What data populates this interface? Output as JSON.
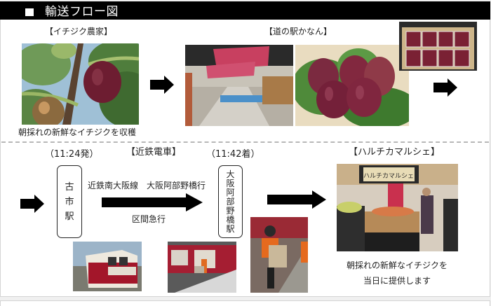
{
  "header": {
    "title": "輸送フロー図",
    "bullet_icon": "white-square-icon"
  },
  "section1": {
    "farm": {
      "heading": "【イチジク農家】",
      "caption": "朝採れの新鮮なイチジクを収穫"
    },
    "roadside_station": {
      "heading": "【道の駅かなん】"
    }
  },
  "section2": {
    "train": {
      "heading": "【近鉄電車】",
      "depart_time": "（11:24発）",
      "arrive_time": "（11:42着）",
      "line_label": "近鉄南大阪線　大阪阿部野橋行",
      "service_label": "区間急行",
      "origin_station": [
        "古",
        "市",
        "駅"
      ],
      "destination_station": [
        "大",
        "阪",
        "阿",
        "部",
        "野",
        "橋",
        "駅"
      ]
    },
    "market": {
      "heading": "【ハルチカマルシェ】",
      "sign_text": "ハルチカマルシェ",
      "caption_line1": "朝採れの新鮮なイチジクを",
      "caption_line2": "当日に提供します"
    }
  },
  "colors": {
    "title_bg": "#000000",
    "arrow": "#000000",
    "fig": "#7a1f35",
    "train_red": "#a3162a"
  }
}
